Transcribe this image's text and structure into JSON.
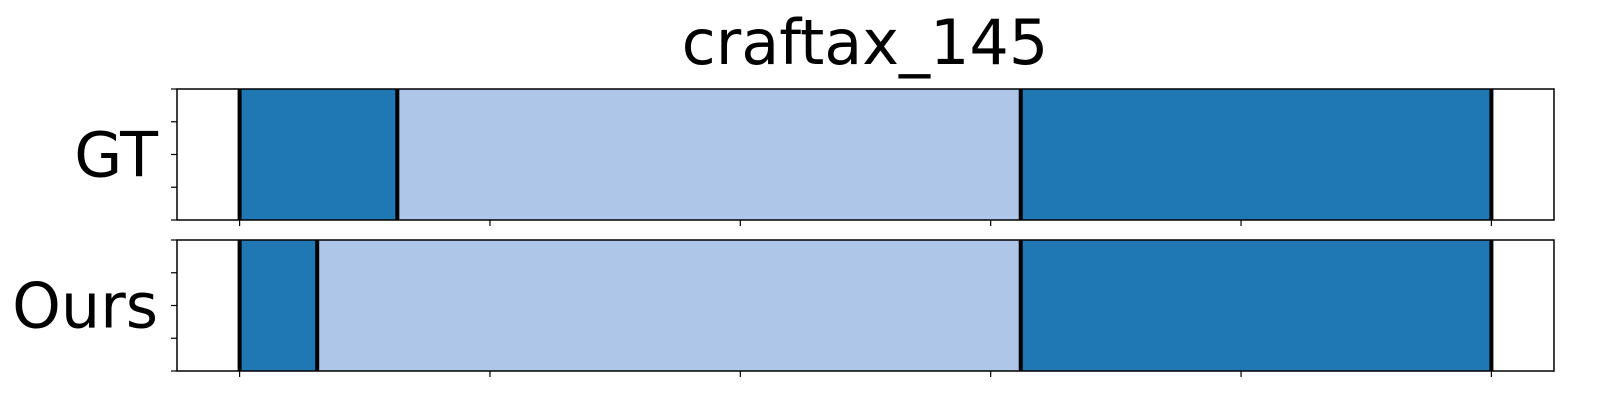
{
  "chart_data": {
    "type": "segmentation-timeline",
    "title": "craftax_145",
    "x_range": [
      -50,
      1050
    ],
    "x_ticks": [
      0,
      200,
      400,
      600,
      800,
      1000
    ],
    "colors": {
      "dark": "#1f77b4",
      "light": "#aec7e8",
      "boundary": "#000000"
    },
    "rows": [
      {
        "label": "GT",
        "segments": [
          {
            "start": 0,
            "end": 126,
            "color": "dark"
          },
          {
            "start": 126,
            "end": 624,
            "color": "light"
          },
          {
            "start": 624,
            "end": 1000,
            "color": "dark"
          }
        ],
        "boundaries": [
          0,
          126,
          624,
          1000
        ]
      },
      {
        "label": "Ours",
        "segments": [
          {
            "start": 0,
            "end": 62,
            "color": "dark"
          },
          {
            "start": 62,
            "end": 624,
            "color": "light"
          },
          {
            "start": 624,
            "end": 1000,
            "color": "dark"
          }
        ],
        "boundaries": [
          0,
          62,
          624,
          1000
        ]
      }
    ]
  }
}
